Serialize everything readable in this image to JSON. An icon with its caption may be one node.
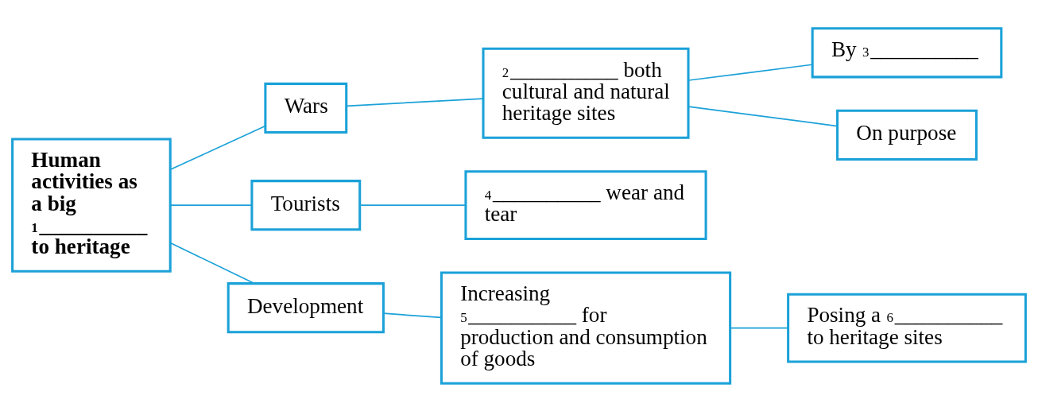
{
  "diagram": {
    "nodes": [
      {
        "text": [
          "Human activities as a big $^{1}$__________ to heritage"
        ]
      },
      {
        "text": [
          "Wars"
        ]
      },
      {
        "text": [
          "$^{2}$__________ both cultural and natural heritage sites"
        ]
      },
      {
        "text": [
          "By $^{3}$__________"
        ]
      },
      {
        "text": [
          "On purpose"
        ]
      },
      {
        "text": [
          "Tourists"
        ]
      },
      {
        "text": [
          "$^{4}$__________ wear and tear"
        ]
      },
      {
        "text": [
          "Development"
        ]
      },
      {
        "text": [
          "Increasing $^{5}$__________ for production and consumption of goods"
        ]
      },
      {
        "text": [
          "Posing a $^{6}$__________ to heritage sites"
        ]
      }
    ],
    "edges": [
      {
        "from": 0,
        "to": 1,
        "arrow": "none"
      },
      {
        "from": 0,
        "to": 5,
        "arrow": "none"
      },
      {
        "from": 0,
        "to": 7,
        "arrow": "none"
      },
      {
        "from": 1,
        "to": 2,
        "arrow": "none"
      },
      {
        "from": 2,
        "to": 3,
        "arrow": "none"
      },
      {
        "from": 2,
        "to": 4,
        "arrow": "none"
      },
      {
        "from": 5,
        "to": 6,
        "arrow": "none"
      },
      {
        "from": 7,
        "to": 8,
        "arrow": "none"
      },
      {
        "from": 8,
        "to": 9,
        "arrow": "none"
      }
    ]
  }
}
